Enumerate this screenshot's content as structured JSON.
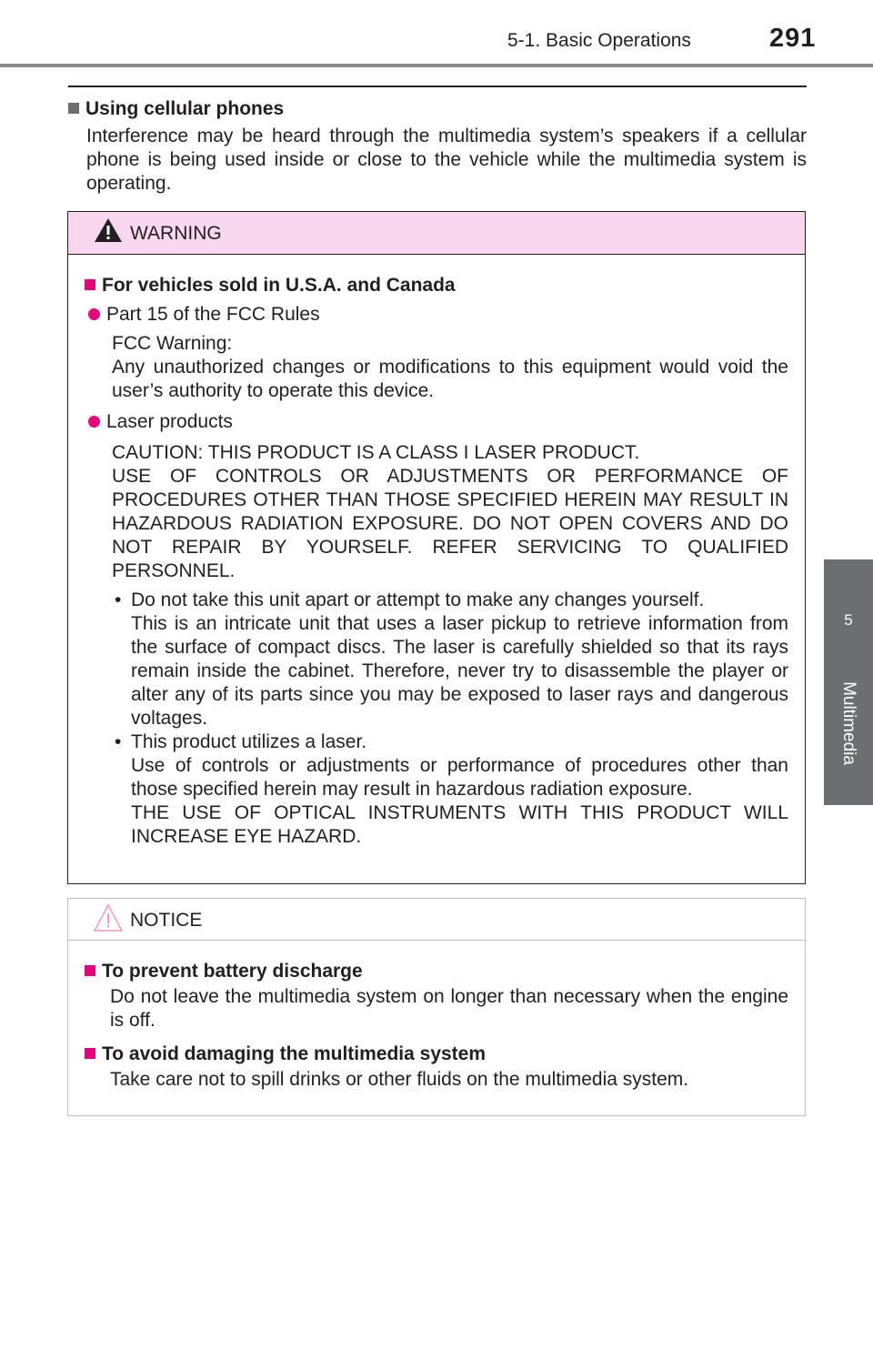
{
  "header": {
    "section": "5-1. Basic Operations",
    "page_number": "291"
  },
  "side_tab": {
    "number": "5",
    "label": "Multimedia"
  },
  "section_cellular": {
    "heading": "Using cellular phones",
    "body": "Interference may be heard through the multimedia system’s speakers if a cellular phone is being used inside or close to the vehicle while the multimedia system is operating."
  },
  "warning": {
    "title": "WARNING",
    "heading": "For vehicles sold in U.S.A. and Canada",
    "item1_title": "Part 15 of the FCC Rules",
    "item1_body_line1": "FCC Warning:",
    "item1_body_line2": "Any unauthorized changes or modifications to this equipment would void the user’s authority to operate this device.",
    "item2_title": "Laser products",
    "item2_caution": "CAUTION: THIS PRODUCT IS A CLASS I LASER PRODUCT.",
    "item2_caution_body": "USE OF CONTROLS OR ADJUSTMENTS OR PERFORMANCE OF PROCEDURES OTHER THAN THOSE SPECIFIED HEREIN MAY RESULT IN HAZARDOUS RADIATION EXPOSURE. DO NOT OPEN COVERS AND DO NOT REPAIR BY YOURSELF. REFER SERVICING TO QUALIFIED PERSONNEL.",
    "bullet1_first": "Do not take this unit apart or attempt to make any changes yourself.",
    "bullet1_rest": "This is an intricate unit that uses a laser pickup to retrieve information from the surface of compact discs. The laser is carefully shielded so that its rays remain inside the cabinet. Therefore, never try to disassemble the player or alter any of its parts since you may be exposed to laser rays and dangerous voltages.",
    "bullet2_first": "This product utilizes a laser.",
    "bullet2_rest1": "Use of controls or adjustments or performance of procedures other than those specified herein may result in hazardous radiation exposure.",
    "bullet2_rest2": "THE USE OF OPTICAL INSTRUMENTS WITH THIS PRODUCT WILL INCREASE EYE HAZARD."
  },
  "notice": {
    "title": "NOTICE",
    "heading1": "To prevent battery discharge",
    "body1": "Do not leave the multimedia system on longer than necessary when the engine is off.",
    "heading2": "To avoid damaging the multimedia system",
    "body2": "Take care not to spill drinks or other fluids on the multimedia system."
  },
  "colors": {
    "accent": "#e5007e",
    "warning_header_bg": "#f8d7ef",
    "side_tab": "#6d6e71"
  }
}
